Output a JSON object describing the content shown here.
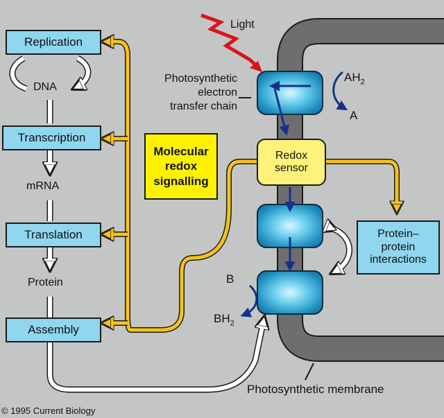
{
  "process": {
    "replication": "Replication",
    "dna": "DNA",
    "transcription": "Transcription",
    "mrna": "mRNA",
    "translation": "Translation",
    "protein": "Protein",
    "assembly": "Assembly"
  },
  "signal_box": [
    "Molecular",
    "redox",
    "signalling"
  ],
  "light": "Light",
  "chain_label": [
    "Photosynthetic",
    "electron",
    "transfer chain"
  ],
  "redox_sensor": [
    "Redox",
    "sensor"
  ],
  "ah2": "AH",
  "ah2_sub": "2",
  "a": "A",
  "b": "B",
  "bh2": "BH",
  "bh2_sub": "2",
  "interactions": [
    "Protein–",
    "protein",
    "interactions"
  ],
  "membrane_label": "Photosynthetic membrane",
  "copyright": "© 1995 Current Biology",
  "colors": {
    "background": "#c3c6c4",
    "box_fill": "#8fd6ee",
    "signal_fill": "#fff200",
    "sensor_fill": "#fff27a",
    "yellow_arrow": "#f7c21a",
    "membrane": "#6e6e70",
    "electron_arrow": "#16308a",
    "light_bolt": "#d8141a"
  }
}
